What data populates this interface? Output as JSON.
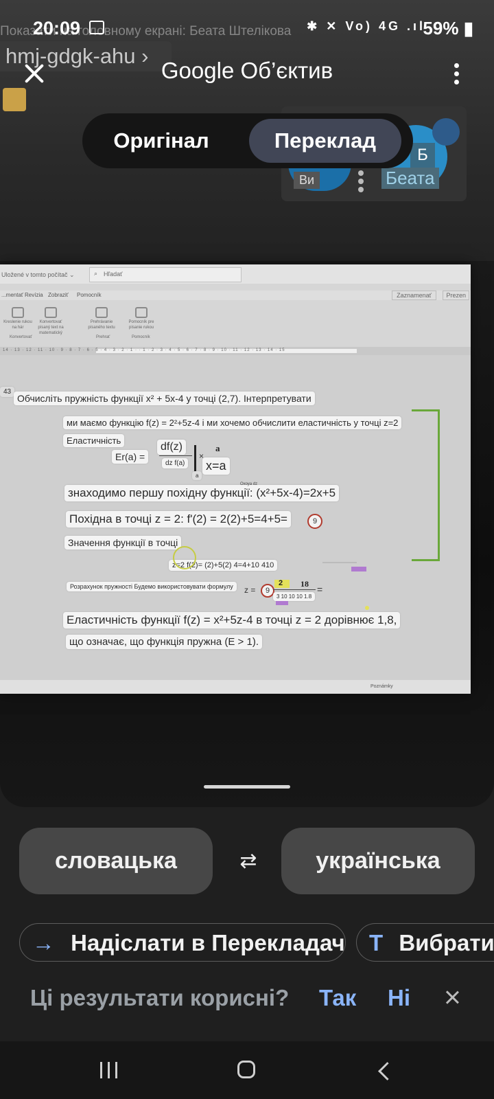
{
  "status": {
    "time": "20:09",
    "icons": "✱ ✕ Vo) 4G .ıl",
    "battery": "59%"
  },
  "background_call": {
    "title": "Показати на головному екрані: Беата Штелікова",
    "meeting_code": "hmj-gdgk-ahu",
    "participant_you": "Ви",
    "participant_initial": "Б",
    "participant_name": "Беата"
  },
  "topbar": {
    "title": "Google Об’єктив"
  },
  "mode_toggle": {
    "original": "Оригінал",
    "translation": "Переклад",
    "selected": "Переклад"
  },
  "document": {
    "menu": {
      "file_location": "Uložené v tomto počítač ⌄",
      "search": "Hľadať",
      "tabs": [
        "...mentať",
        "Revízia",
        "Zobraziť",
        "Pomocník"
      ],
      "zaznamenat": "Zaznamenať",
      "prezentovat": "Prezen"
    },
    "ribbon": [
      {
        "label": "Kreslenie rukou na hár",
        "group": "Konvertovať"
      },
      {
        "label": "Konvertovať písaný text na matematický",
        "group": ""
      },
      {
        "label": "Prehrávanie písaného textu",
        "group": "Prehrať"
      },
      {
        "label": "Pomocník pre písanie rukou",
        "group": "Pomocník"
      }
    ],
    "ruler": "14 · 13 · 12 · 11 · 10 · 9 · 8 · 7 · 6 · 5 · 4 · 3 · 2 · 1 · · 1 · 2 · 3 · 4 · 5 · 6 · 7 · 8 · 9 · 10 · 11 · 12 · 13 · 14 · 15",
    "page_number": "43",
    "lines": {
      "task": "Обчисліть пружність функції x² + 5x-4 у точці (2,7). Інтерпретувати",
      "given": "ми маємо функцію f(z) = 2²+5z-4 і ми хочемо обчислити еластичність у точці z=2",
      "elasticity_label": "Еластичність",
      "formula_lhs": "Er(a) =",
      "formula_num": "df(z)",
      "formula_den": "dz f(a)",
      "formula_a": "a",
      "formula_x": "x=a",
      "formula_sub": "a",
      "derivative": "знаходимо першу похідну функції: (x²+5x-4)=2x+5",
      "derivative_note": "Охоуа dz",
      "derivative_at": "Похідна в точці z = 2: f'(2) = 2(2)+5=4+5=",
      "derivative_circle": "9",
      "value_label": "Значення функції в точці",
      "value_calc": "z=2 f(2)= (2)+5(2) 4=4+10 410",
      "calc_label": "Розрахунок пружності Будемо використовувати формулу",
      "calc_eq": "z =",
      "calc_circle": "9",
      "calc_num_a": "2",
      "calc_num_b": "18",
      "calc_den": "3 10 10 10 1.8",
      "calc_eq2": "=",
      "conclusion_1": "Еластичність функції f(z) = x²+5z-4 в точці z = 2 дорівнює 1,8,",
      "conclusion_2": "що означає, що функція пружна (E > 1)."
    },
    "footer": "Poznámky"
  },
  "languages": {
    "source": "словацька",
    "target": "українська",
    "swap": "⇄"
  },
  "actions": {
    "send_label": "Надіслати в Перекладач",
    "send_icon": "→",
    "select_label": "Вибрати",
    "select_icon": "T"
  },
  "feedback": {
    "question": "Ці результати корисні?",
    "yes": "Так",
    "no": "Ні"
  }
}
